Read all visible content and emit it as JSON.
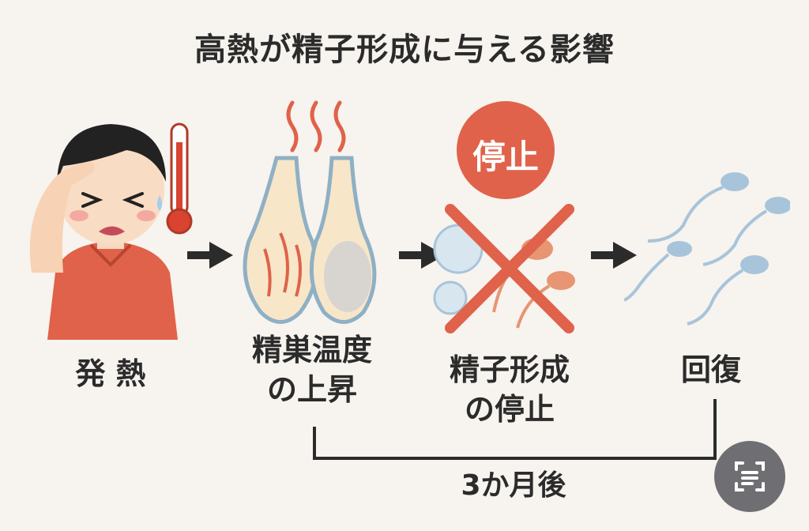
{
  "title": "高熱が精子形成に与える影響",
  "stages": [
    {
      "label": "発 熱"
    },
    {
      "label": "精巣温度\nの上昇"
    },
    {
      "label": "精子形成\nの停止"
    },
    {
      "label": "回復"
    }
  ],
  "stop_badge": "停止",
  "duration_label": "3か月後",
  "colors": {
    "accent_red": "#e0624a",
    "sperm_blue": "#a8c4da",
    "arrow": "#2b2b2b",
    "background": "#f7f3ee"
  },
  "icons": [
    "person-fever-icon",
    "thermometer-icon",
    "testes-icon",
    "heat-waves-icon",
    "stop-cross-icon",
    "sperm-icon",
    "scan-icon"
  ]
}
